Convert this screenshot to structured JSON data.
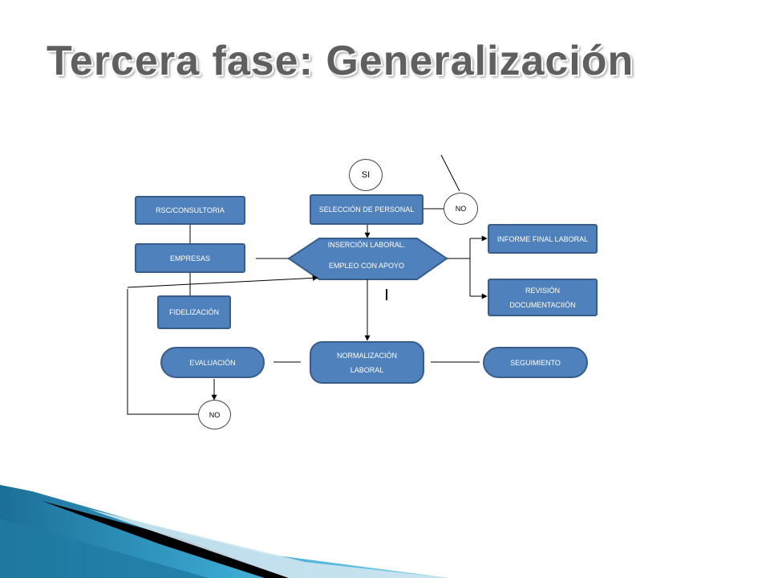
{
  "title": "Tercera fase: Generalización",
  "colors": {
    "node_fill": "#4f81bd",
    "node_border": "#385d8a",
    "title_text": "#5f5f5f",
    "accent_teal": "#2a8fb4",
    "accent_dark": "#000000"
  },
  "nodes": {
    "rsc": "RSC/CONSULTORIA",
    "empresas": "EMPRESAS",
    "fidelizacion": "FIDELIZACIÓN",
    "seleccion": "SELECCIÓN DE PERSONAL",
    "insercion_line1": "INSERCIÓN LABORAL.",
    "insercion_line2": "EMPLEO CON APOYO",
    "informe": "INFORME FINAL LABORAL",
    "revision_line1": "REVISIÓN",
    "revision_line2": "DOCUMENTACIIÓN",
    "evaluacion": "EVALUACIÓN",
    "normalizacion_line1": "NORMALIZACIÓN",
    "normalizacion_line2": "LABORAL",
    "seguimiento": "SEGUIMIENTO"
  },
  "connectors": {
    "si_top": "SI",
    "no_right": "NO",
    "no_bottom": "NO"
  }
}
